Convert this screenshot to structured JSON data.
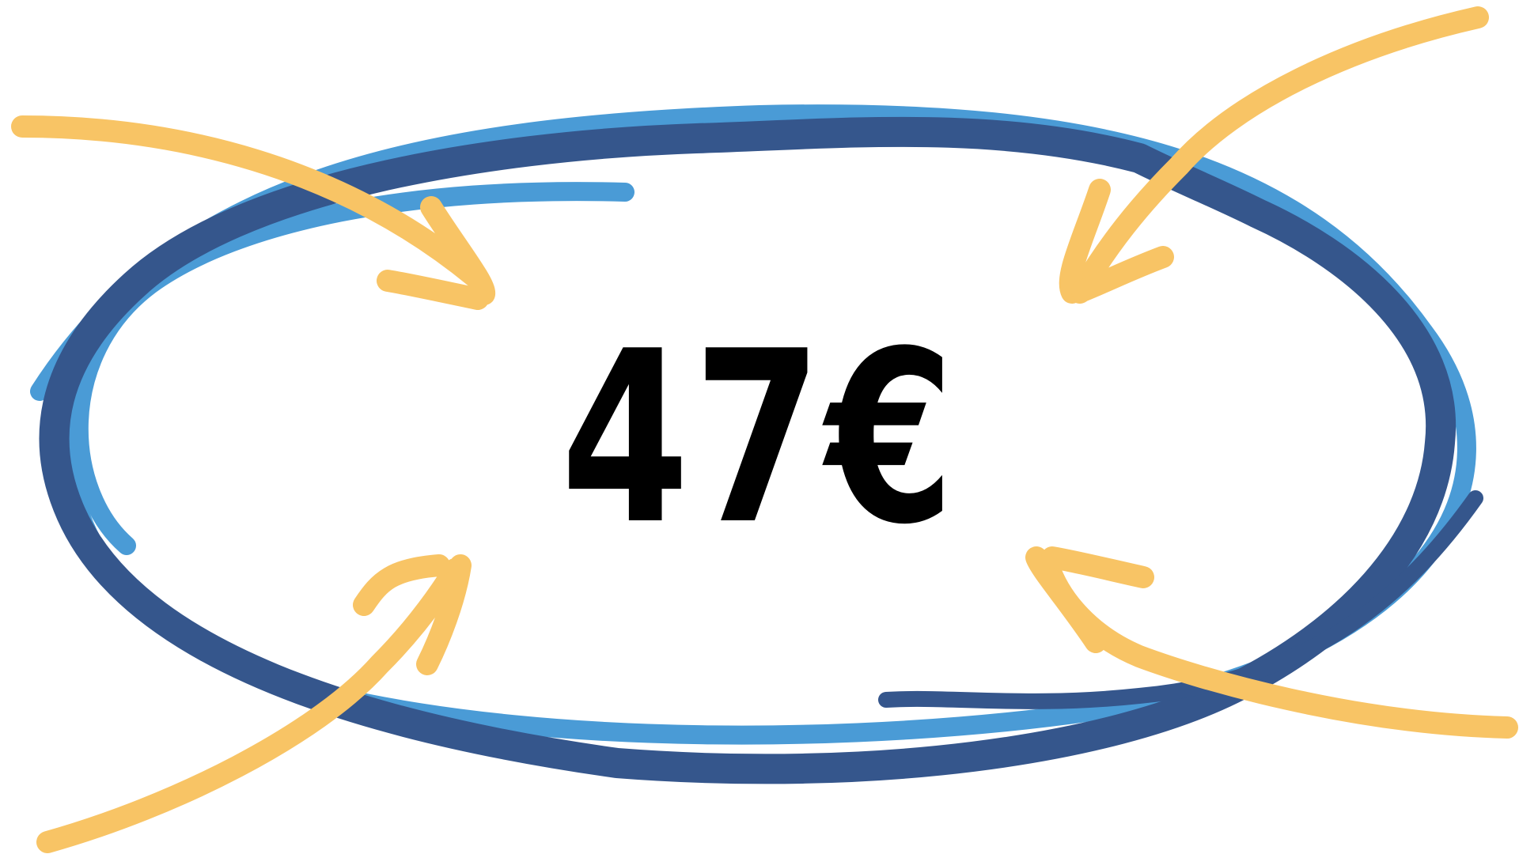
{
  "price": {
    "text": "47€"
  },
  "colors": {
    "ring_light": "#4a9bd6",
    "ring_dark": "#35568c",
    "arrows": "#f8c465",
    "text": "#000000",
    "background": "#ffffff"
  },
  "decorations": {
    "rings": [
      "light-blue-ring",
      "dark-blue-ring"
    ],
    "arrows": [
      "arrow-top-left",
      "arrow-top-right",
      "arrow-bottom-left",
      "arrow-bottom-right"
    ]
  }
}
